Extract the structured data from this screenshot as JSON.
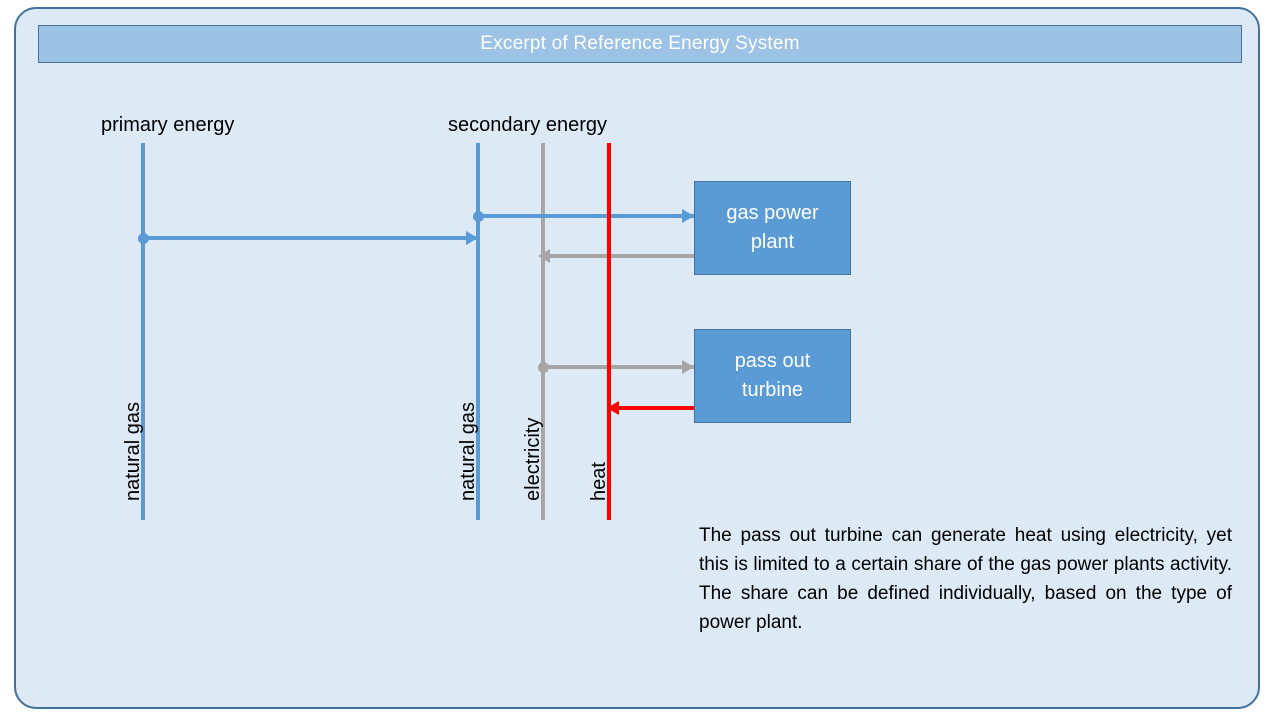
{
  "slide": {
    "title": "Excerpt of Reference Energy System",
    "frame_color": "#41719C",
    "background_color": "#DEE9F6",
    "title_bar_color": "#9CC2E5",
    "title_text_color": "#FFFFFF"
  },
  "headings": {
    "primary": "primary energy",
    "secondary": "secondary energy"
  },
  "carriers": [
    {
      "id": "primary-natural-gas",
      "label": "natural gas",
      "color": "#5B9BD5",
      "tier": "primary"
    },
    {
      "id": "secondary-natural-gas",
      "label": "natural gas",
      "color": "#5B9BD5",
      "tier": "secondary"
    },
    {
      "id": "secondary-electricity",
      "label": "electricity",
      "color": "#A6A6A6",
      "tier": "secondary"
    },
    {
      "id": "secondary-heat",
      "label": "heat",
      "color": "#FF0000",
      "tier": "secondary"
    }
  ],
  "processes": [
    {
      "id": "gas-power-plant",
      "line1": "gas power",
      "line2": "plant",
      "fill": "#5B9BD5",
      "border": "#41719C"
    },
    {
      "id": "pass-out-turbine",
      "line1": "pass out",
      "line2": "turbine",
      "fill": "#5B9BD5",
      "border": "#41719C"
    }
  ],
  "flows": [
    {
      "id": "primary-gas-to-secondary-gas",
      "color": "#5B9BD5",
      "direction": "right",
      "from": "primary natural gas",
      "to": "secondary natural gas"
    },
    {
      "id": "secondary-gas-to-gas-power-plant",
      "color": "#5B9BD5",
      "direction": "right",
      "from": "secondary natural gas",
      "to": "gas power plant"
    },
    {
      "id": "gas-power-plant-to-electricity",
      "color": "#A6A6A6",
      "direction": "left",
      "from": "gas power plant",
      "to": "electricity"
    },
    {
      "id": "electricity-to-pass-out-turbine",
      "color": "#A6A6A6",
      "direction": "right",
      "from": "electricity",
      "to": "pass out turbine"
    },
    {
      "id": "pass-out-turbine-to-heat",
      "color": "#FF0000",
      "direction": "left",
      "from": "pass out turbine",
      "to": "heat"
    }
  ],
  "description": "The pass out turbine can generate heat using electricity, yet this is limited to a certain share of the gas power plants activity.  The share can be defined individually, based on the type of power plant."
}
